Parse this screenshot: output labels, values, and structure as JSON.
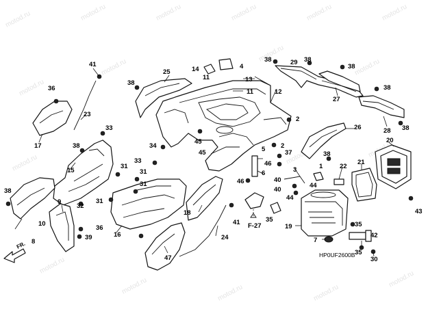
{
  "watermark": "motod.ru",
  "diagram_code": "HP0UF2600B",
  "direction_label": "FR.",
  "reference_label": "F-27",
  "callouts": [
    "1",
    "2",
    "3",
    "4",
    "5",
    "6",
    "7",
    "8",
    "9",
    "10",
    "11",
    "12",
    "13",
    "14",
    "15",
    "16",
    "17",
    "18",
    "19",
    "20",
    "21",
    "22",
    "23",
    "24",
    "25",
    "26",
    "27",
    "28",
    "29",
    "30",
    "31",
    "32",
    "33",
    "34",
    "35",
    "36",
    "37",
    "38",
    "39",
    "40",
    "41",
    "42",
    "43",
    "44",
    "45",
    "46",
    "47"
  ]
}
